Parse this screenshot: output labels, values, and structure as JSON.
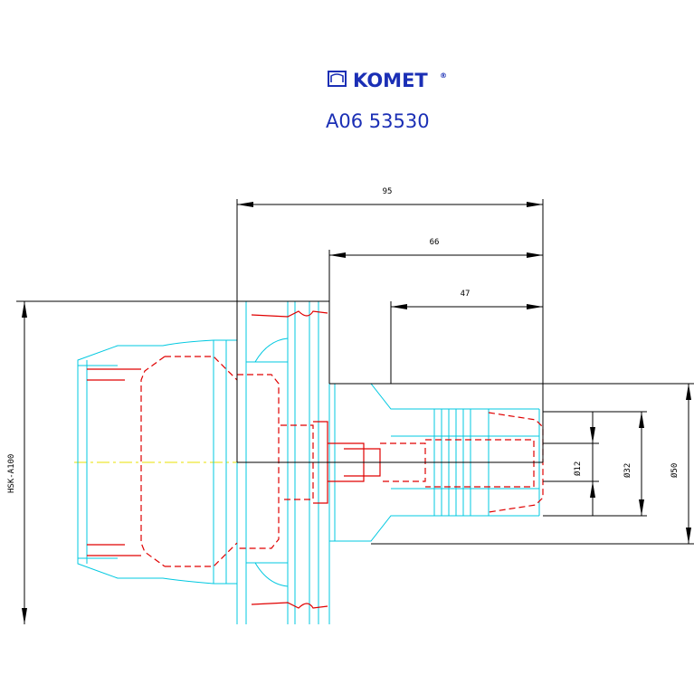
{
  "header": {
    "brand": "KOMET",
    "brand_mark": "®",
    "part_number": "A06 53530",
    "logo_icon": "komet-logo-icon"
  },
  "dimensions": {
    "length_95": "95",
    "length_66": "66",
    "length_47": "47",
    "dia_12": "Ø12",
    "dia_32": "Ø32",
    "dia_50": "Ø50",
    "interface": "HSK-A100"
  },
  "colors": {
    "brand": "#1b2fb5",
    "outline": "#000000",
    "holder": "#00c8e0",
    "hidden": "#e00000",
    "centerline": "#e8e000"
  }
}
